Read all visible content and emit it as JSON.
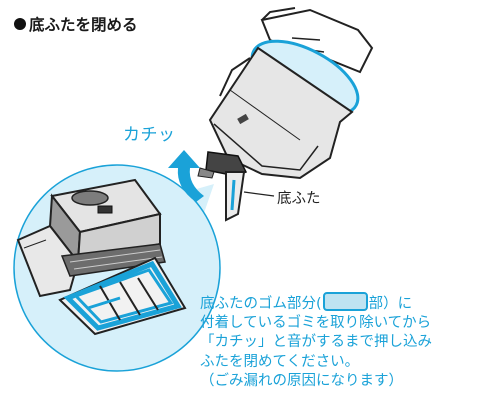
{
  "title": "底ふたを閉める",
  "labels": {
    "click_sound": "カチッ",
    "bottom_lid": "底ふた"
  },
  "note": {
    "line1_before": "底ふたのゴム部分(",
    "line1_after": "部）に",
    "line2": "付着しているゴミを取り除いてから",
    "line3": "「カチッ」と音がするまで押し込み",
    "line4": "ふたを閉めてください。",
    "line5": "（ごみ漏れの原因になります）"
  },
  "colors": {
    "accent": "#1aa2d8",
    "rubber_highlight": "#bfe3f1",
    "zoom_circle": "#d6f0fa"
  },
  "icons": [
    "hand-illustration",
    "dust-cup-illustration",
    "close-arrow-icon",
    "bottom-lid-illustration",
    "zoom-detail-illustration",
    "rubber-seal-swatch-icon"
  ]
}
